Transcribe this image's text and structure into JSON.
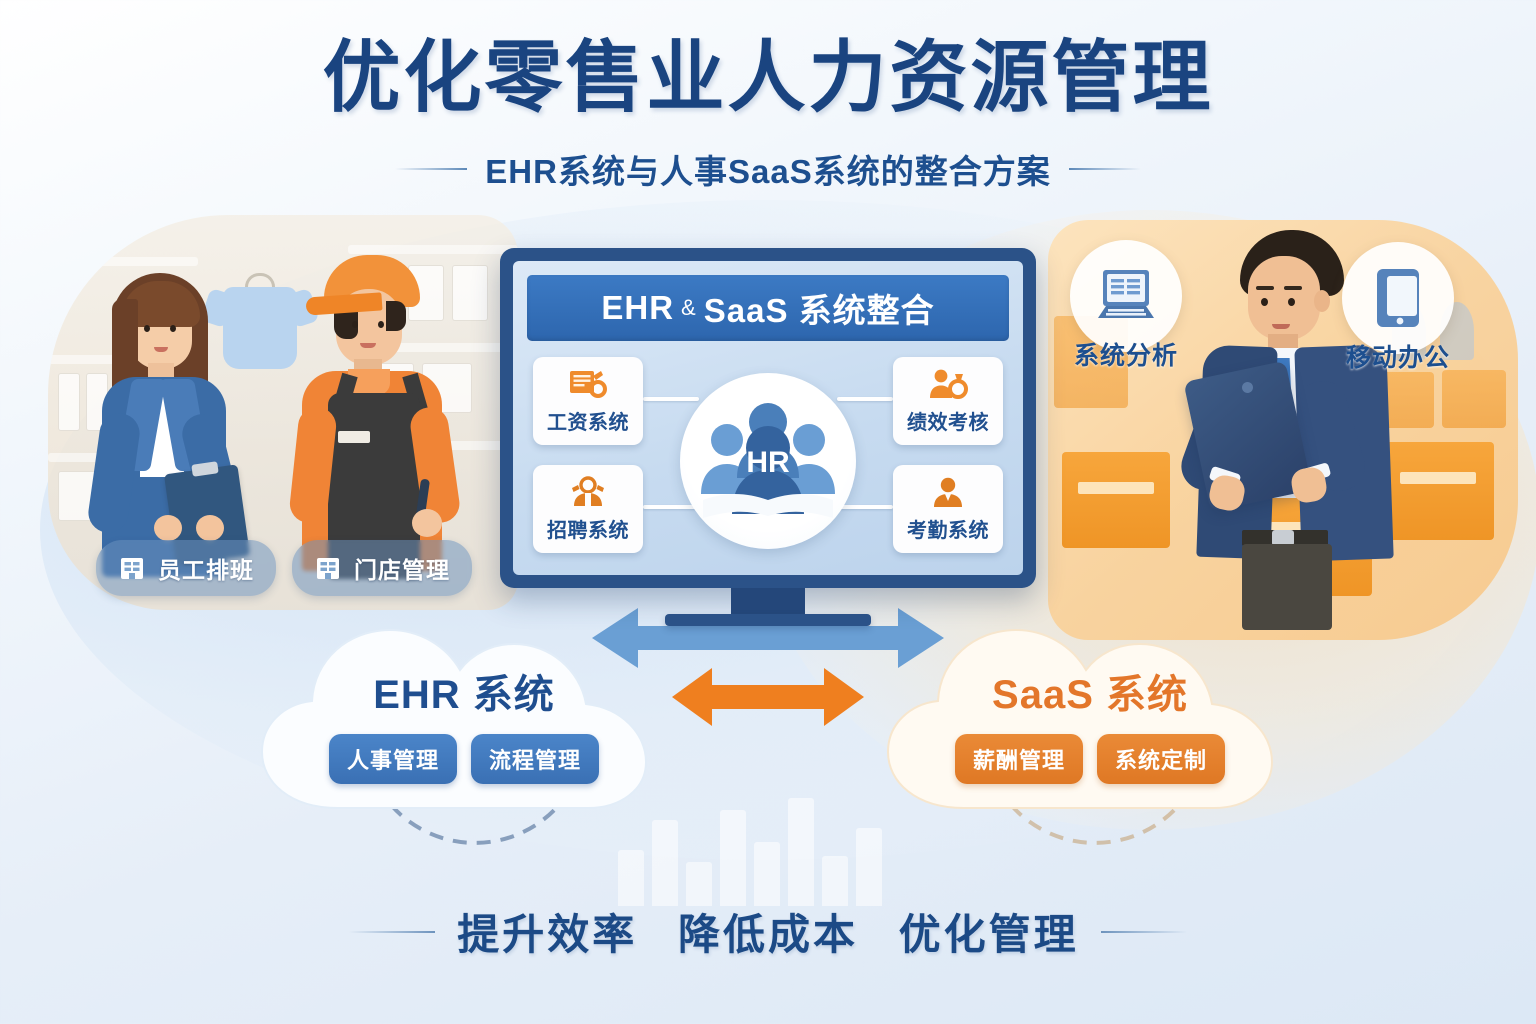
{
  "header": {
    "title": "优化零售业人力资源管理",
    "subtitle": "EHR系统与人事SaaS系统的整合方案"
  },
  "monitor": {
    "screen_title_left": "EHR",
    "screen_title_amp": "&",
    "screen_title_right": "SaaS 系统整合",
    "hub_label": "HR",
    "features": [
      {
        "label": "工资系统",
        "icon": "payroll-document-icon",
        "position": "top-left"
      },
      {
        "label": "绩效考核",
        "icon": "performance-review-icon",
        "position": "top-right"
      },
      {
        "label": "招聘系统",
        "icon": "recruitment-people-icon",
        "position": "bottom-left"
      },
      {
        "label": "考勤系统",
        "icon": "attendance-person-icon",
        "position": "bottom-right"
      }
    ]
  },
  "left_scene": {
    "badges": [
      {
        "label": "员工排班",
        "icon": "store-building-icon"
      },
      {
        "label": "门店管理",
        "icon": "store-building-icon"
      }
    ]
  },
  "right_scene": {
    "chips": [
      {
        "label": "系统分析",
        "icon": "laptop-icon"
      },
      {
        "label": "移动办公",
        "icon": "mobile-phone-icon"
      }
    ]
  },
  "clouds": [
    {
      "title": "EHR 系统",
      "accent": "#1f4e8f",
      "pills": [
        "人事管理",
        "流程管理"
      ]
    },
    {
      "title": "SaaS 系统",
      "accent": "#e3762a",
      "pills": [
        "薪酬管理",
        "系统定制"
      ]
    }
  ],
  "footer": {
    "items": [
      "提升效率",
      "降低成本",
      "优化管理"
    ]
  },
  "colors": {
    "title_navy": "#1a4480",
    "accent_blue": "#2d66ae",
    "accent_orange": "#ef7f1f",
    "arrow_blue": "#6a9fd4",
    "background": "#e6eef8"
  }
}
